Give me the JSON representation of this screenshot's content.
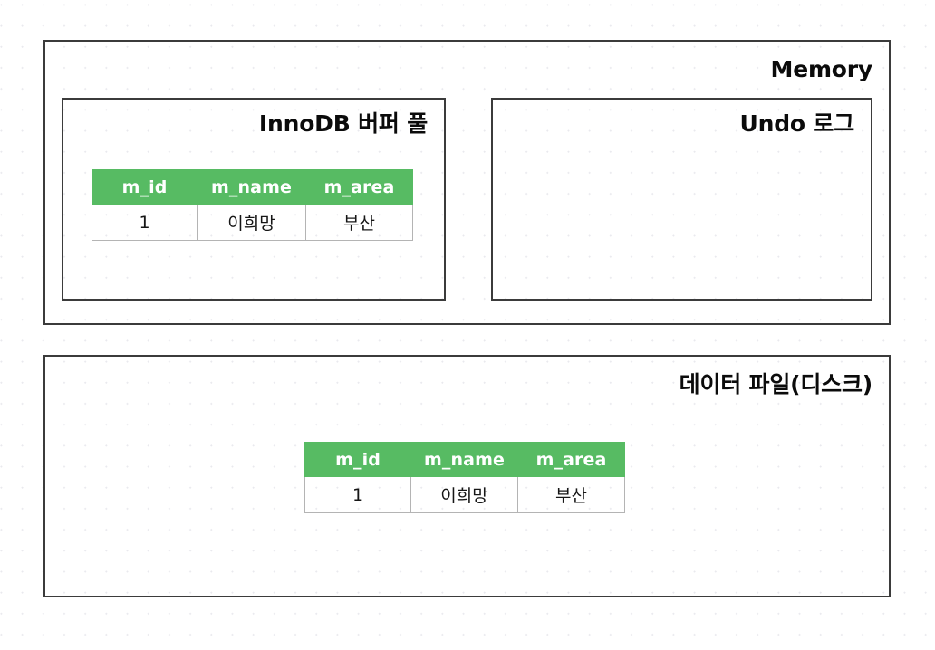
{
  "diagram": {
    "title_memory": "Memory",
    "title_data_file": "데이터 파일(디스크)",
    "title_buffer_pool": "InnoDB 버퍼 풀",
    "title_undo_log": "Undo 로그",
    "colors": {
      "header_green": "#57bb63",
      "box_border": "#3b3b3b",
      "cell_border": "#b4b4b4",
      "grid_dot": "#e9e9ee",
      "text": "#0b0b0b",
      "header_text": "#ffffff",
      "background": "#ffffff"
    }
  },
  "tables": {
    "buffer_pool": {
      "columns": [
        "m_id",
        "m_name",
        "m_area"
      ],
      "rows": [
        [
          "1",
          "이희망",
          "부산"
        ]
      ]
    },
    "data_file": {
      "columns": [
        "m_id",
        "m_name",
        "m_area"
      ],
      "rows": [
        [
          "1",
          "이희망",
          "부산"
        ]
      ]
    }
  }
}
